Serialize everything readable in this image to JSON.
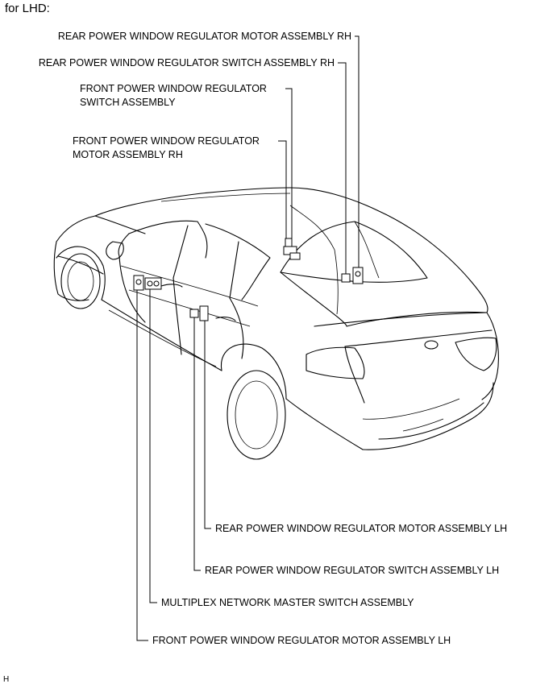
{
  "heading": "for LHD:",
  "figure_code": "H",
  "labels": {
    "rear_motor_rh": "REAR POWER WINDOW REGULATOR MOTOR ASSEMBLY RH",
    "rear_switch_rh": "REAR POWER WINDOW REGULATOR SWITCH ASSEMBLY RH",
    "front_switch": "FRONT POWER WINDOW REGULATOR\nSWITCH ASSEMBLY",
    "front_motor_rh": "FRONT POWER WINDOW REGULATOR\nMOTOR ASSEMBLY RH",
    "rear_motor_lh": "REAR POWER WINDOW REGULATOR MOTOR ASSEMBLY LH",
    "rear_switch_lh": "REAR POWER WINDOW REGULATOR SWITCH ASSEMBLY LH",
    "master_switch": "MULTIPLEX NETWORK MASTER SWITCH ASSEMBLY",
    "front_motor_lh": "FRONT POWER WINDOW REGULATOR MOTOR ASSEMBLY LH"
  }
}
